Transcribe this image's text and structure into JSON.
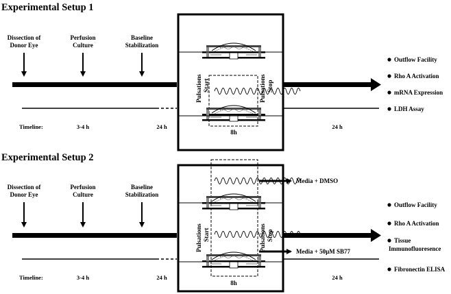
{
  "setup1": {
    "title": "Experimental Setup 1",
    "steps": [
      {
        "line1": "Dissection of",
        "line2": "Donor Eye"
      },
      {
        "line1": "Perfusion",
        "line2": "Culture"
      },
      {
        "line1": "Baseline",
        "line2": "Stabilization"
      }
    ],
    "pulsations_start": [
      "Pulsations",
      "Start"
    ],
    "pulsations_stop": [
      "Pulsations",
      "Stop"
    ],
    "duration_box": "8h",
    "timeline": {
      "label": "Timeline:",
      "t1": "3-4 h",
      "t2": "24 h",
      "t3": "24 h"
    },
    "outcomes": [
      "Outflow Facility",
      "Rho A Activation",
      "mRNA  Expression",
      "LDH Assay"
    ]
  },
  "setup2": {
    "title": "Experimental Setup 2",
    "steps": [
      {
        "line1": "Dissection of",
        "line2": "Donor Eye"
      },
      {
        "line1": "Perfusion",
        "line2": "Culture"
      },
      {
        "line1": "Baseline",
        "line2": "Stabilization"
      }
    ],
    "pulsations_start": [
      "Pulsations",
      "Start"
    ],
    "pulsations_stop": [
      "Pulsations",
      "Stop"
    ],
    "duration_box": "8h",
    "media_top": "Media + DMSO",
    "media_bottom": "Media + 50µM SB77",
    "timeline": {
      "label": "Timeline:",
      "t1": "3-4 h",
      "t2": "24 h",
      "t3": "24 h"
    },
    "outcomes": [
      "Outflow Facility",
      "Rho A Activation",
      "Tissue",
      "Immunofluoresence",
      "Fibronectin ELISA"
    ]
  },
  "colors": {
    "ink": "#000000",
    "background": "#ffffff",
    "chamber_fill": "#e6e6e6"
  }
}
